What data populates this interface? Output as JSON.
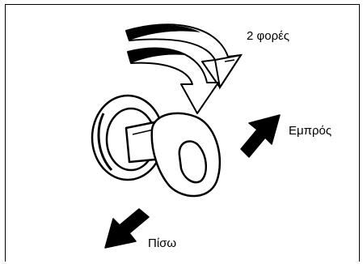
{
  "labels": {
    "times": "2 φορές",
    "forward": "Εμπρός",
    "back": "Πίσω"
  },
  "icons": {
    "turn_arrow": "curved-arrow-icon",
    "key": "key-icon",
    "lock": "lock-cylinder-icon",
    "forward_arrow": "arrow-up-right-icon",
    "back_arrow": "arrow-down-left-icon"
  },
  "colors": {
    "ink": "#000000",
    "paper": "#ffffff"
  }
}
